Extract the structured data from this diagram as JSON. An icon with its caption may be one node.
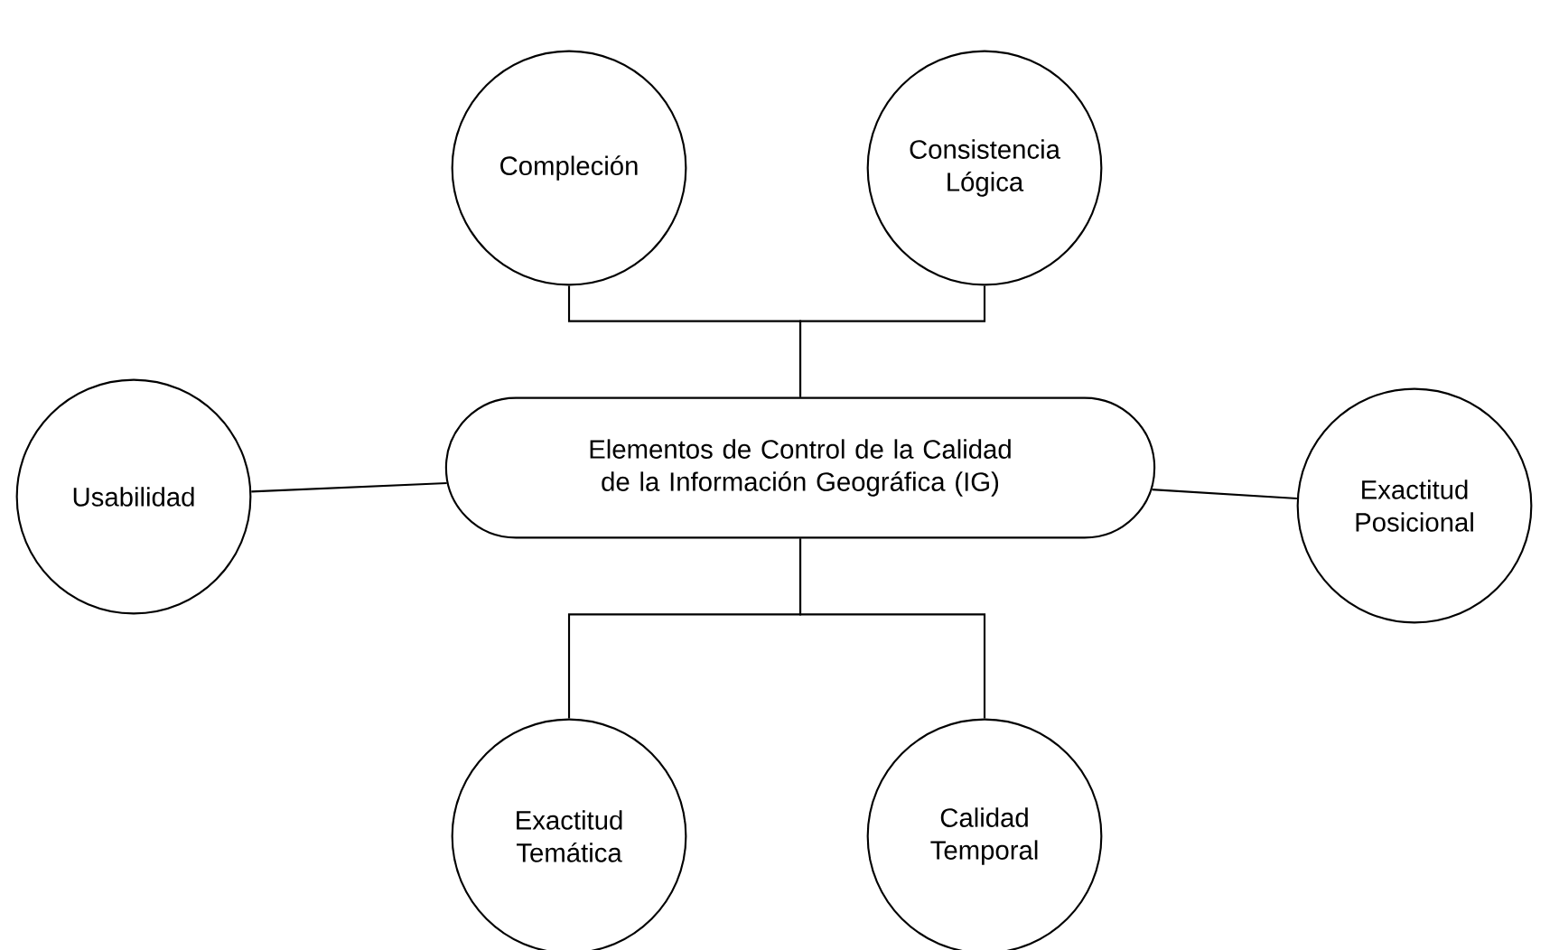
{
  "diagram": {
    "nodes": [
      {
        "text": [
          "Compleción"
        ]
      },
      {
        "text": [
          "Consistencia Lógica"
        ]
      },
      {
        "text": [
          "Usabilidad"
        ]
      },
      {
        "text": [
          "Elementos de Control de la Calidad de la Información Geográfica (IG)"
        ]
      },
      {
        "text": [
          "Exactitud Posicional"
        ]
      },
      {
        "text": [
          "Exactitud Temática"
        ]
      },
      {
        "text": [
          "Calidad Temporal"
        ]
      }
    ],
    "edges": [
      {
        "from": 3,
        "to": 0,
        "arrow": "none"
      },
      {
        "from": 3,
        "to": 1,
        "arrow": "none"
      },
      {
        "from": 3,
        "to": 2,
        "arrow": "none"
      },
      {
        "from": 3,
        "to": 4,
        "arrow": "none"
      },
      {
        "from": 3,
        "to": 5,
        "arrow": "none"
      },
      {
        "from": 3,
        "to": 6,
        "arrow": "none"
      }
    ]
  }
}
